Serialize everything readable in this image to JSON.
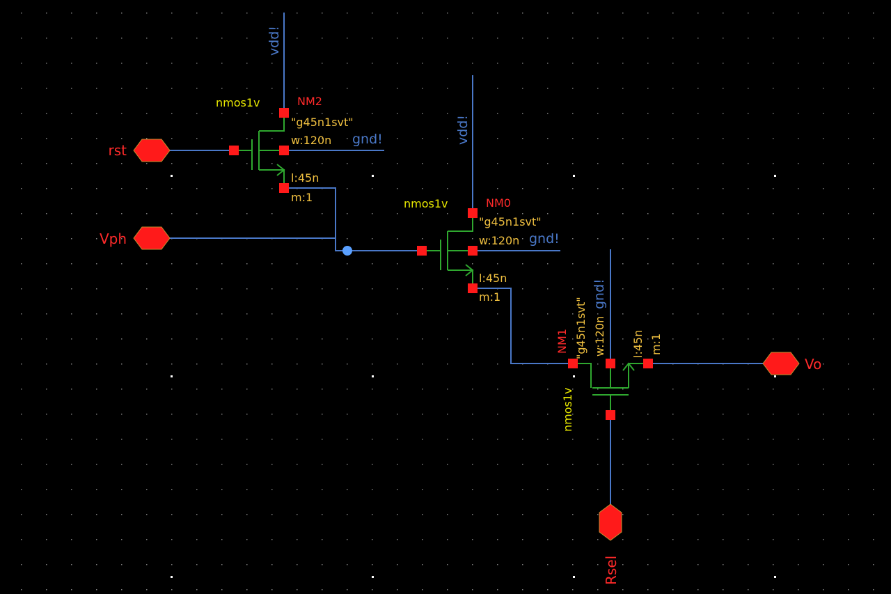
{
  "colors": {
    "background": "#000000",
    "wire": "#4a78c8",
    "device": "#2fa82f",
    "pin": "#ff1a1a",
    "instance_name": "#ff2a2a",
    "cell_name": "#e8e800",
    "parameters": "#f0c040",
    "grid_dot": "#7f7f7f"
  },
  "ports": {
    "rst": "rst",
    "vph": "Vph",
    "vo": "Vo",
    "rsel": "Rsel"
  },
  "nets": {
    "vdd_nm2": "vdd!",
    "vdd_nm0": "vdd!",
    "gnd_nm2": "gnd!",
    "gnd_nm0": "gnd!",
    "gnd_nm1": "gnd!"
  },
  "transistors": {
    "nm2": {
      "cell": "nmos1v",
      "name": "NM2",
      "model": "\"g45n1svt\"",
      "w": "w:120n",
      "l": "l:45n",
      "m": "m:1"
    },
    "nm0": {
      "cell": "nmos1v",
      "name": "NM0",
      "model": "\"g45n1svt\"",
      "w": "w:120n",
      "l": "l:45n",
      "m": "m:1"
    },
    "nm1": {
      "cell": "nmos1v",
      "name": "NM1",
      "model": "\"g45n1svt\"",
      "w": "w:120n",
      "l": "l:45n",
      "m": "m:1"
    }
  }
}
